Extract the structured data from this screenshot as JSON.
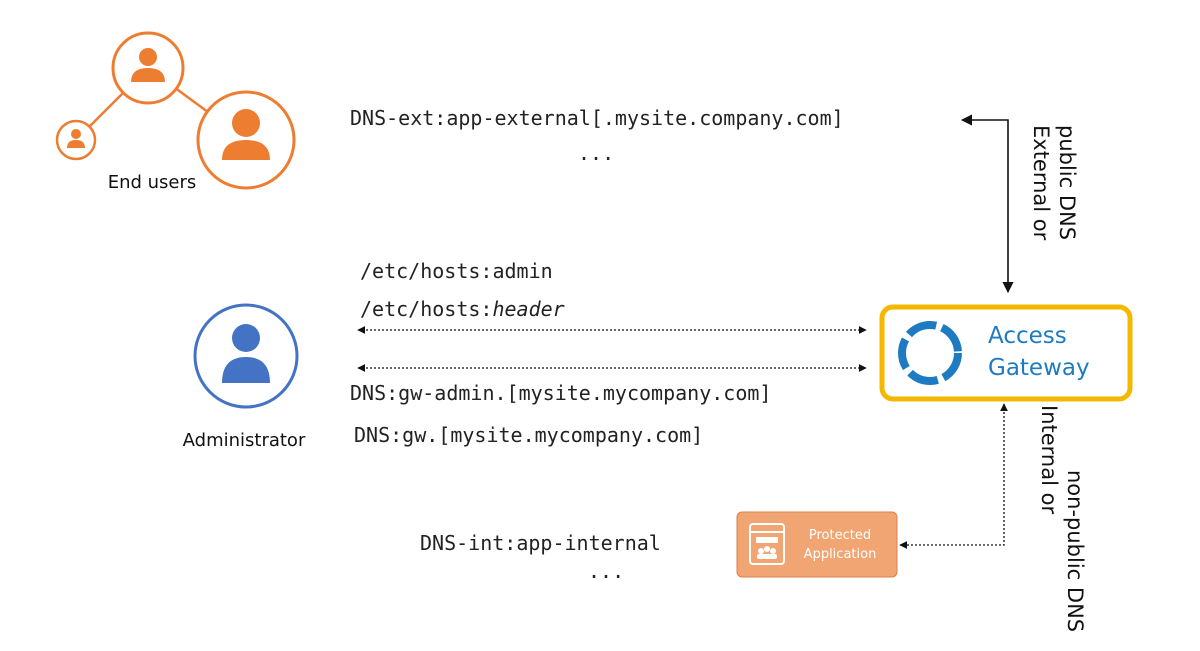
{
  "colors": {
    "orange": "#ED7D31",
    "blue": "#4472C4",
    "gateway_border": "#F5B800",
    "gateway_blue": "#1F7BC1",
    "app_fill": "#F0A572",
    "arrow": "#111111"
  },
  "users": {
    "label": "End users",
    "icons": [
      "user-icon",
      "user-icon",
      "user-icon"
    ]
  },
  "admin": {
    "label": "Administrator",
    "icon": "user-icon"
  },
  "external_dns": {
    "line1": "DNS-ext:app-external[.mysite.company.com]",
    "ellipsis": "...",
    "side_label_line1": "External or",
    "side_label_line2": "public DNS"
  },
  "admin_dns": {
    "hosts_admin": "/etc/hosts:admin",
    "hosts_header_prefix": "/etc/hosts:",
    "hosts_header_italic": "header",
    "dns_gw_admin": "DNS:gw-admin.[mysite.mycompany.com]",
    "dns_gw": "DNS:gw.[mysite.mycompany.com]"
  },
  "gateway": {
    "line1": "Access",
    "line2": "Gateway",
    "icon": "gateway-ring-icon"
  },
  "internal_dns": {
    "line1": "DNS-int:app-internal",
    "ellipsis": "...",
    "side_label_line1": "Internal or",
    "side_label_line2": "non-public DNS"
  },
  "protected_app": {
    "line1": "Protected",
    "line2": "Application",
    "icon": "application-window-icon"
  }
}
